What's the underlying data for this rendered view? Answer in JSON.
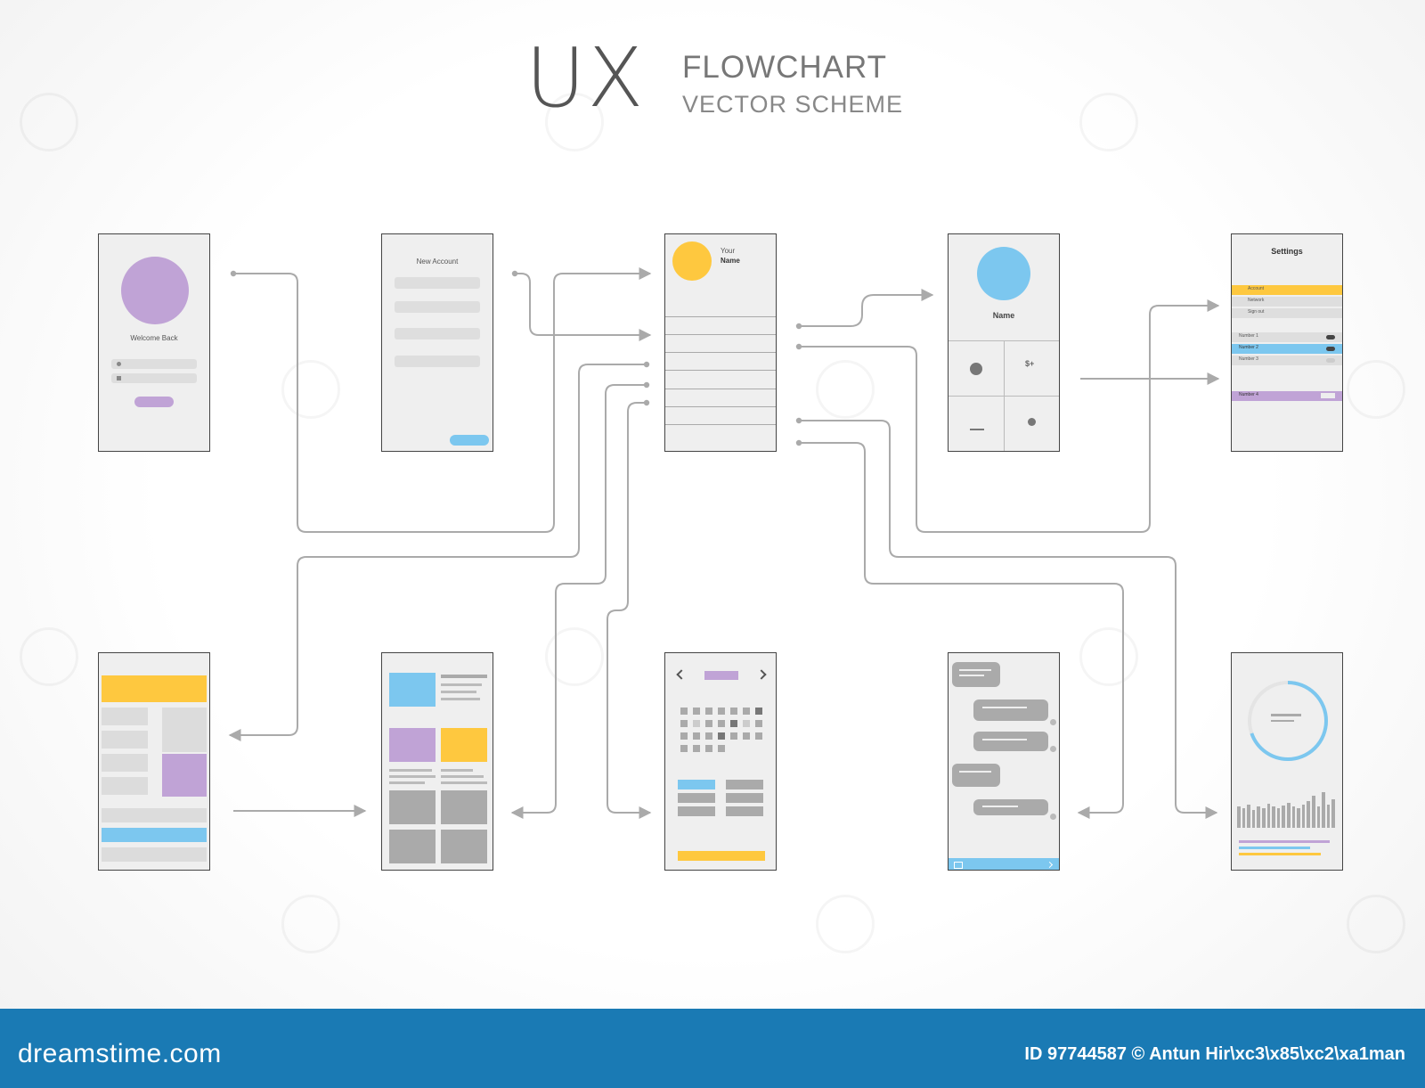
{
  "header": {
    "ux": "UX",
    "line1": "FLOWCHART",
    "line2": "VECTOR SCHEME"
  },
  "screens": {
    "login": {
      "label": "Welcome Back"
    },
    "new_account": {
      "label": "New Account"
    },
    "profile_list": {
      "your": "Your",
      "name": "Name"
    },
    "dashboard": {
      "name": "Name"
    },
    "settings": {
      "title": "Settings",
      "menu": [
        "Account",
        "Network",
        "Sign out"
      ],
      "options": [
        "Number 1",
        "Number 2",
        "Number 3",
        "Number 4"
      ]
    }
  },
  "footer": {
    "logo": "dreamstime.com",
    "credit": "ID 97744587 © Antun Hir\\xc3\\x85\\xc2\\xa1man"
  },
  "colors": {
    "purple": "#c0a3d6",
    "yellow": "#fec83f",
    "blue": "#7cc7ef",
    "gray": "#aaaaaa",
    "footer": "#1a7ab4"
  }
}
